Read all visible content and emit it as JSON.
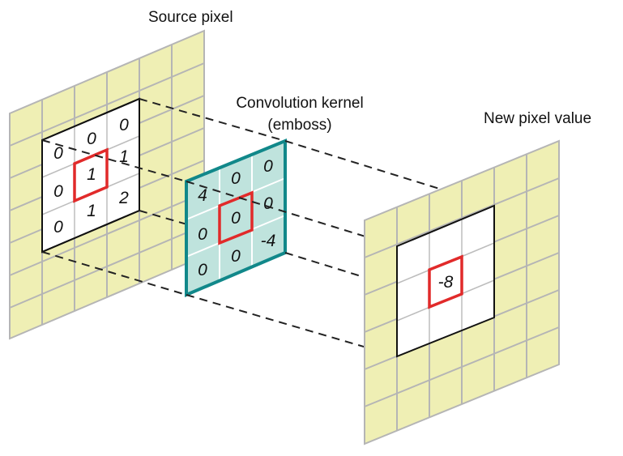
{
  "labels": {
    "source": "Source pixel",
    "kernel_line1": "Convolution kernel",
    "kernel_line2": "(emboss)",
    "output": "New pixel value"
  },
  "source_values": {
    "r0c1": "0",
    "r0c2": "0",
    "r1c0": "0",
    "r1c1": "1",
    "r1c2": "1",
    "r2c0": "0",
    "r2c1": "1",
    "r2c2": "2",
    "r3c0": "0"
  },
  "kernel_values": {
    "r0c0": "4",
    "r0c1": "0",
    "r0c2": "0",
    "r1c0": "0",
    "r1c1": "0",
    "r1c2": "0",
    "r2c0": "0",
    "r2c1": "0",
    "r2c2": "-4"
  },
  "output_value": "-8",
  "colors": {
    "grid_fill": "#efefb4",
    "grid_line": "#b5b5b5",
    "kernel_fill": "#bfe3dd",
    "kernel_border": "#11888a",
    "highlight": "#e12a2a",
    "outline": "#111111"
  }
}
